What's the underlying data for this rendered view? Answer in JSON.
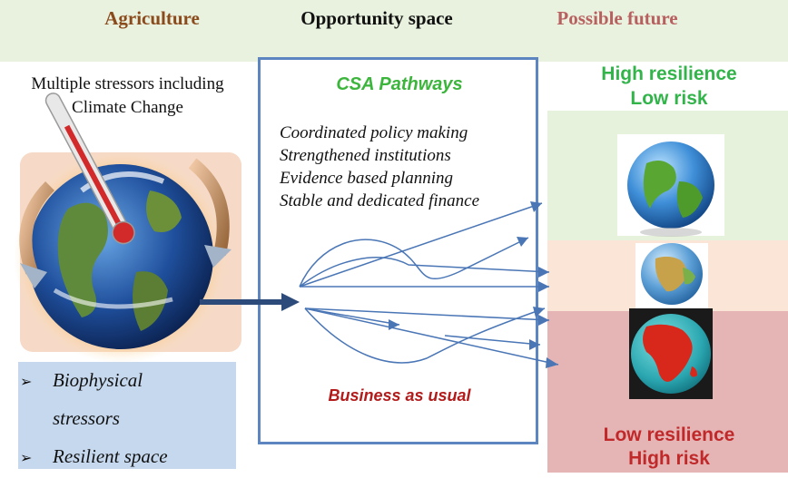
{
  "header": {
    "agriculture": "Agriculture",
    "opportunity_space": "Opportunity space",
    "possible_future": "Possible future"
  },
  "stressors_caption": {
    "line1": "Multiple stressors including",
    "line2": "Climate Change"
  },
  "csa": {
    "title": "CSA Pathways",
    "items": [
      "Coordinated policy making",
      "Strengthened institutions",
      "Evidence based planning",
      "Stable and dedicated finance"
    ],
    "business_as_usual": "Business as usual"
  },
  "future": {
    "top_line1": "High resilience",
    "top_line2": "Low risk",
    "bottom_line1": "Low resilience",
    "bottom_line2": "High risk"
  },
  "stressors_list": {
    "bullet": "➢",
    "item1_a": "Biophysical",
    "item1_b": "stressors",
    "item2": "Resilient space"
  },
  "colors": {
    "header_band": "#e8f2de",
    "box_border": "#5d86c0",
    "csa_green": "#3cb53c",
    "bau_red": "#b31b1b",
    "future_green": "#32b44a",
    "future_red": "#c0282a",
    "agriculture_brown": "#8b4a1c",
    "possible_future_rose": "#b86060"
  }
}
